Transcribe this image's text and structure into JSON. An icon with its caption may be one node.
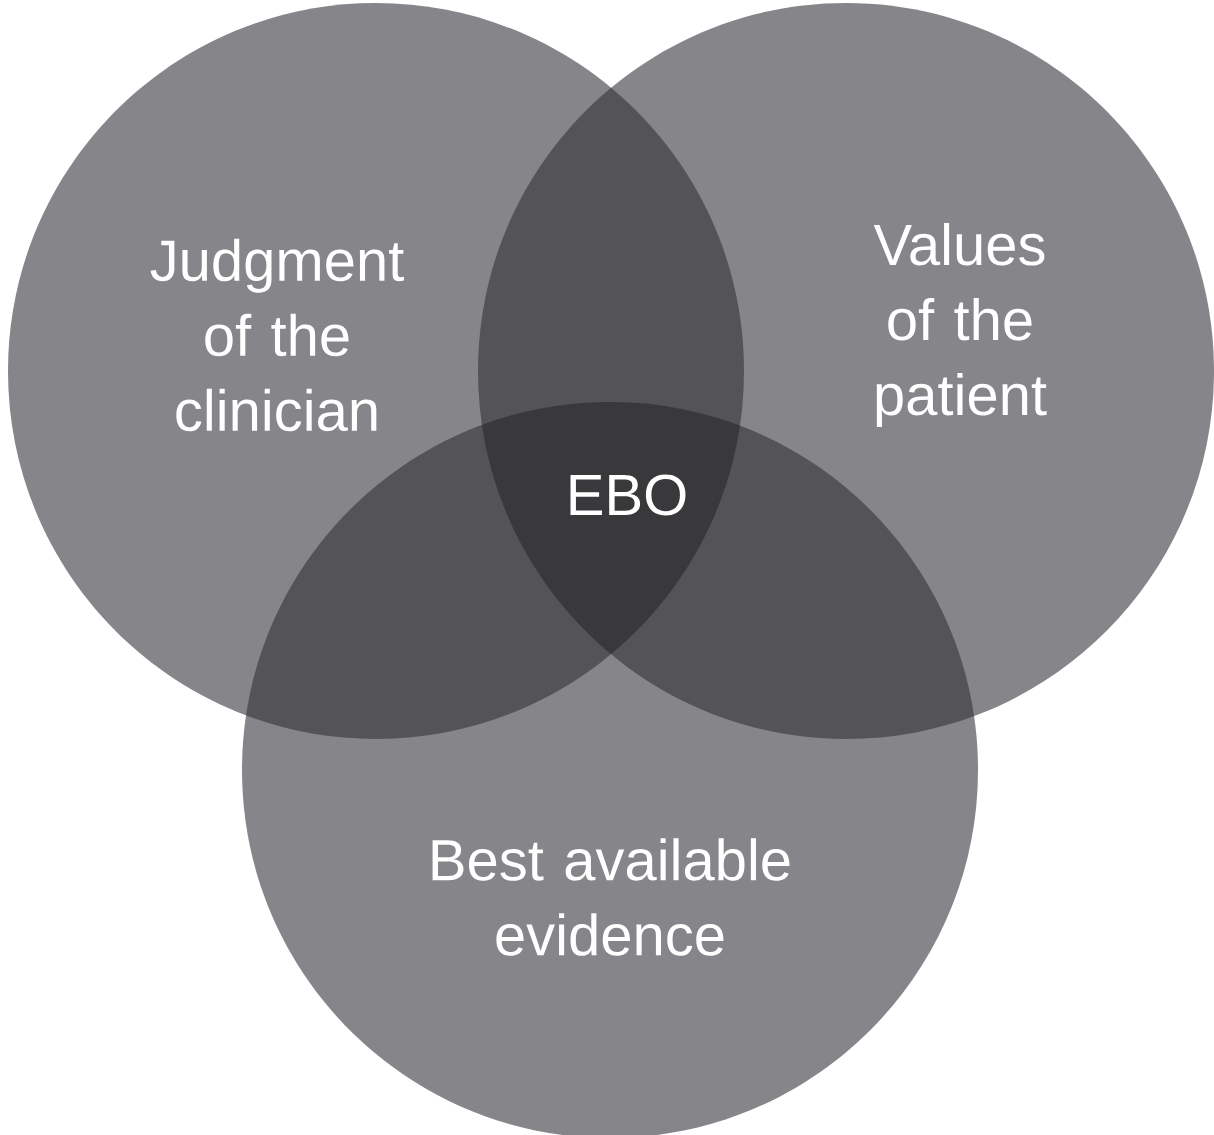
{
  "diagram": {
    "nodes": [
      {
        "text": [
          "Judgment of the clinician"
        ]
      },
      {
        "text": [
          "Values of the patient"
        ]
      },
      {
        "text": [
          "Best available evidence"
        ]
      }
    ],
    "labels": [
      "EBO"
    ]
  }
}
